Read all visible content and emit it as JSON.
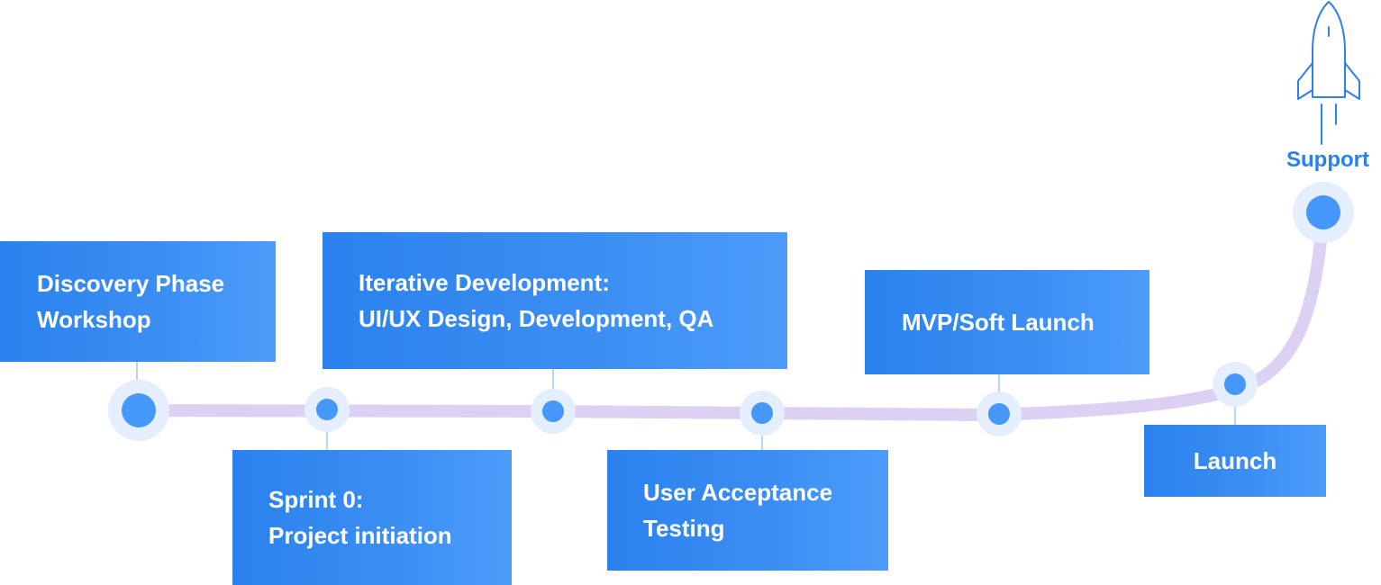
{
  "colors": {
    "box_start": "#2b82ee",
    "box_end": "#4c9cfb",
    "path": "#dcd1f3",
    "node": "#4597f8",
    "node_halo": "#e4eefc",
    "connector": "#9ec5f3",
    "support_text": "#2b80e9"
  },
  "icons": {
    "rocket": "rocket-icon"
  },
  "stages": {
    "discovery": {
      "lines": [
        "Discovery Phase",
        "Workshop"
      ]
    },
    "sprint0": {
      "lines": [
        "Sprint 0:",
        "Project initiation"
      ]
    },
    "iterative": {
      "lines": [
        "Iterative Development:",
        "UI/UX Design, Development, QA"
      ]
    },
    "uat": {
      "lines": [
        "User Acceptance",
        "Testing"
      ]
    },
    "mvp": {
      "lines": [
        "MVP/Soft Launch"
      ]
    },
    "launch": {
      "lines": [
        "Launch"
      ]
    },
    "support": {
      "label": "Support"
    }
  }
}
